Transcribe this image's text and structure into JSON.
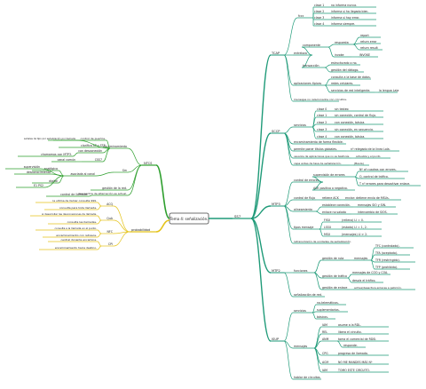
{
  "root": "Tema 4: señalización.",
  "colors": {
    "green": "#1e9a78",
    "lime": "#2e9f2e",
    "yellow": "#e4c31a",
    "dark": "#333333"
  },
  "labels": {
    "tcap": "TCAP",
    "tcap_fcc": "fccc",
    "tcap_c1": "clase 1",
    "tcap_c1v": "no informa nunca.",
    "tcap_c2": "clase 2",
    "tcap_c2v": "informa si ha llegado bien.",
    "tcap_c3": "clase 3",
    "tcap_c3v": "informa si hay error.",
    "tcap_c4": "clase 4",
    "tcap_c4v": "informa siempre.",
    "tcap_entrelazo": "entrelazo",
    "tcap_comp": "componente",
    "tcap_resp": "respuesta",
    "tcap_report": "report",
    "tcap_rerror": "return error",
    "tcap_rresult": "return result",
    "tcap_invoke": "invoke",
    "tcap_invokev": "INVOKE",
    "tcap_trans": "transacción",
    "tcap_estr": "estructurado o no.",
    "tcap_gest": "gestión del diálogo.",
    "tcap_apl": "aplicaciones típicas",
    "tcap_apl1": "consulta a la base de datos.",
    "tcap_apl2": "redes celulares.",
    "tcap_apl3": "servicios de red inteligente.",
    "tcap_apl3v": "la lengua Lala",
    "tcap_msg": "mensajes no relacionados con circuitos.",
    "sccp": "SCCP",
    "sccp_serv": "servicios",
    "sccp_s0": "clase 0",
    "sccp_s0v": "sin testeo",
    "sccp_s1": "clase 1",
    "sccp_s1v": "sin conexión, control de flujo.",
    "sccp_s2": "clase 2",
    "sccp_s2v": "con conexión, básica.",
    "sccp_s3": "clase 3",
    "sccp_s3v": "sin conexión, en secuencia.",
    "sccp_s4": "clase 4",
    "sccp_s4v": "con conexión, básica.",
    "sccp_enc": "encaminamiento de forma flexible.",
    "sccp_per": "permite poner títulos globales.",
    "sccp_perv": "nº relegado de la línea Lola.",
    "sccp_sub": "usuarios de aplicaciones que no es telefonía.",
    "sccp_subv": "actualiza y el punto",
    "sccp_cap": "capa antes de tasa de señalización.",
    "sccp_capv": "(Baula)",
    "mtp3": "MTP3",
    "mtp3_ce": "control de errores",
    "mtp3_sup": "supervisión de errores",
    "mtp3_sup1": "Nº of cuadros con errores.",
    "mtp3_sup2": "O, control de tráfico.",
    "mtp3_sup3": "T nº errores para desactivar enlace.",
    "mtp3_ack": "ACK positivo o negativo.",
    "mtp3_cf": "control de flujo",
    "mtp3_cfv": "retiene ACK",
    "mtp3_cfv2": "enviar: detiene envío de MSUs.",
    "mtp3_alin": "alineamiento",
    "mtp3_alin1": "establece conexión.",
    "mtp3_alin1v": "mensajes SIO y SIN.",
    "mtp3_alin2": "enlace no salado",
    "mtp3_alin2v": "intercambio de SIOS.",
    "mtp3_tipo": "tipos mensaje",
    "mtp3_fisu": "FISU",
    "mtp3_fisuv": "(relleno) LI = 0.",
    "mtp3_lssu": "LSSU",
    "mtp3_lssuv": "(estado) LI = 1, 2.",
    "mtp3_msu": "MSU",
    "mtp3_msuv": "(mensajes) LI > 2.",
    "mtp3_retx": "retransmisión de unidades de señalización.",
    "mtp2": "MTP2",
    "mtp2_fun": "funciones",
    "mtp2_gr": "gestión de ruta",
    "mtp2_msg": "mensajes",
    "mtp2_tfc": "TFC (controlado).",
    "mtp2_tfa": "TFA (aceptado).",
    "mtp2_tfr": "TFR (restringido).",
    "mtp2_tfp": "TFP (prohibido).",
    "mtp2_gt": "gestión de tráfico",
    "mtp2_gt1": "mensajes de COO y COA.",
    "mtp2_gt2": "desvía el tráfico.",
    "mtp2_ge": "gestión de enlace",
    "mtp2_gev": "activa/desactiva enlaces a petición.",
    "mtp2_sen": "señalización de red.",
    "isup": "ISUP",
    "isup_serv": "servicios",
    "isup_s1": "no-telemáticos.",
    "isup_s2": "suplementarios.",
    "isup_s3": "básicos.",
    "isup_msg": "mensajes",
    "isup_iam": "IAM",
    "isup_iamv": "asume a la RDL.",
    "isup_rel": "REL",
    "isup_relv": "libera el circuito.",
    "isup_anm": "ANM",
    "isup_anmv": "toma el comercial de RDSI.",
    "isup_anmv2": "responde.",
    "isup_cpg": "CPG",
    "isup_cpgv": "progreso de llamada.",
    "isup_acm": "ACM",
    "isup_acmv": "NO ME MANDES MÁS Nº",
    "isup_iam2": "IAM",
    "isup_iam2v": "TOMO ESTE CIRCUITO.",
    "isup_hab": "hablar de circuitos.",
    "ss7": "SS7",
    "ntcs": "NTCS",
    "ntcs_enc": "encaminamiento",
    "ntcs_cp": "control de puertos.",
    "ntcs_cpv": "señales de tipo por señalización por llamada",
    "ntcs_con": "con sesiones.",
    "ntcs_c1": "canales asociados al espacio",
    "ntcs_c2": "con desconexión",
    "ntcs_c2v": "chamamos con MTP3.",
    "ntcs_cla": "clarifica SP o STP.",
    "ntcs_cos": "CSS7",
    "ntcs_cosv": "canal común",
    "ntcs_sen": "Sm",
    "ntcs_sep": "Sp",
    "ntcs_asoc": "asociada al canal",
    "ntcs_ana": "analógica",
    "ntcs_desc": "desconocimiento",
    "ntcs_sup": "supervisión",
    "ntcs_dig": "digital",
    "ntcs_e1": "E1 PS2",
    "ntcs_ges": "gestión de la red.",
    "ntcs_ctl": "control de llamada.",
    "ntcs_desc2": "descuentos de alternación es actual.",
    "prob": "probabilidad",
    "prob_acq": "ACQ",
    "prob_acqv": "la ultima de llamar consulta 999.",
    "prob_aca": "consulta para toda llamada.",
    "prob_qua": "QuA",
    "prob_quav": "si desarrollar las desconexiones de llamada.",
    "prob_con": "consulta las llamadas.",
    "prob_nfc": "NFC",
    "prob_nfcv": "consulta a la llamada en el punto.",
    "prob_nfcv2": "encaminamiento con retrasos.",
    "prob_cpi": "CPI",
    "prob_cpiv": "central donante encamina.",
    "prob_cpiv2": "encaminamiento hacia destino."
  }
}
